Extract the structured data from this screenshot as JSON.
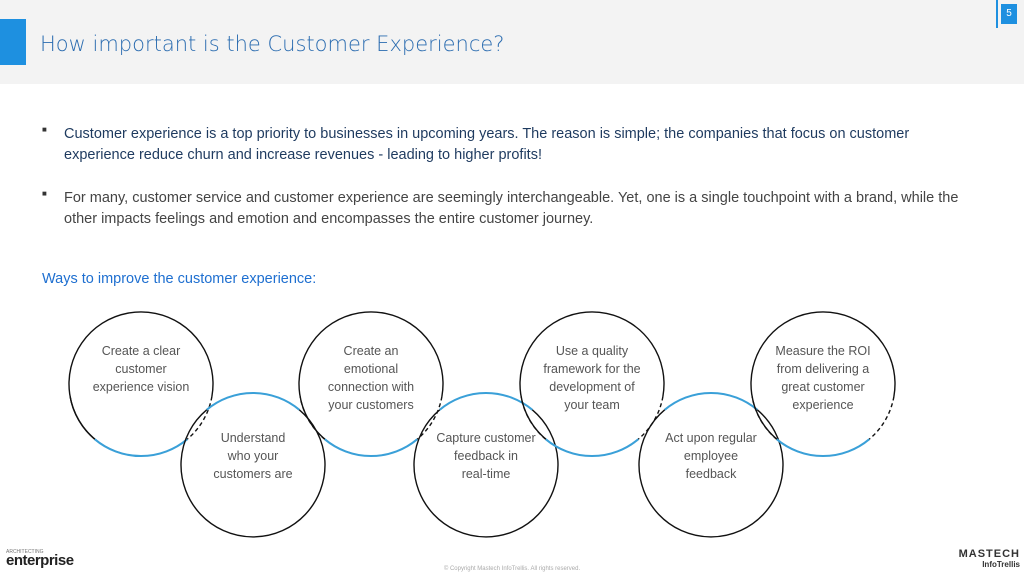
{
  "header": {
    "title": "How important is the Customer Experience?",
    "page_number": "5"
  },
  "bullets": [
    "Customer experience is a top priority to businesses in upcoming years. The reason is simple; the companies that focus on customer experience reduce churn and increase revenues - leading to higher profits!",
    "For many, customer service and customer experience are seemingly interchangeable. Yet, one is a single touchpoint with a brand, while the other impacts feelings and emotion and encompasses the entire customer journey."
  ],
  "bullet_mark": "■",
  "ways_heading": "Ways to improve the customer experience:",
  "steps": [
    {
      "lines": [
        "Create a clear",
        "customer",
        "experience vision"
      ]
    },
    {
      "lines": [
        "Understand",
        "who your",
        "customers are"
      ]
    },
    {
      "lines": [
        "Create an",
        "emotional",
        "connection with",
        "your customers"
      ]
    },
    {
      "lines": [
        "Capture customer",
        "feedback in",
        "real-time"
      ]
    },
    {
      "lines": [
        "Use a quality",
        "framework for the",
        "development of",
        "your team"
      ]
    },
    {
      "lines": [
        "Act upon regular",
        "employee",
        "feedback"
      ]
    },
    {
      "lines": [
        "Measure the ROI",
        "from delivering a",
        "great customer",
        "experience"
      ]
    }
  ],
  "colors": {
    "accent": "#1e90e0",
    "connector": "#3aa0d8",
    "title": "#2b6cb0"
  },
  "footer": {
    "copyright": "© Copyright Mastech InfoTrellis. All rights reserved.",
    "logo_left_small": "ARCHITECTING",
    "logo_left_main": "enterprise",
    "logo_right_top": "MASTECH",
    "logo_right_bottom": "InfoTrellis"
  }
}
